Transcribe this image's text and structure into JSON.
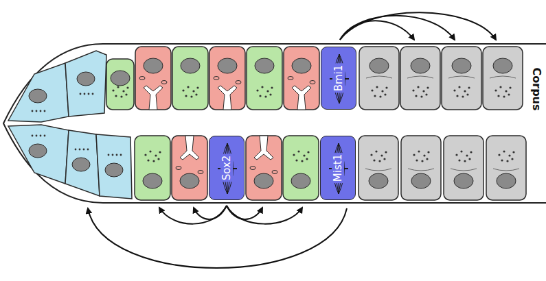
{
  "diagram": {
    "nodes": [
      {
        "text": [
          "Bmi1"
        ]
      },
      {
        "text": [
          "Sox2"
        ]
      },
      {
        "text": [
          "Mist1"
        ]
      }
    ],
    "labels": [
      "Corpus"
    ]
  }
}
